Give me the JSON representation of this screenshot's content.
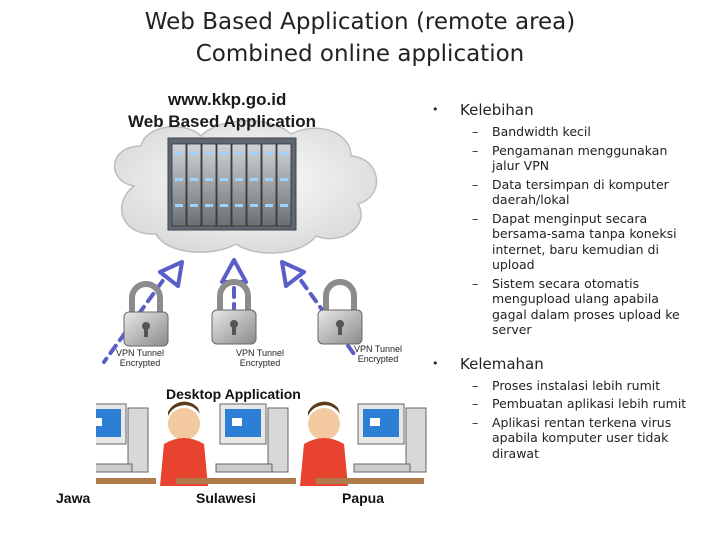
{
  "title": {
    "line1": "Web Based Application (remote area)",
    "line2": "Combined online application"
  },
  "diagram": {
    "url": "www.kkp.go.id",
    "app_title": "Web Based Application",
    "vpn_label_line1": "VPN Tunnel",
    "vpn_label_line2": "Encrypted",
    "desktop_title": "Desktop Application",
    "sites": [
      "Jawa",
      "Sulawesi",
      "Papua"
    ]
  },
  "bullets": {
    "advantages": {
      "heading": "Kelebihan",
      "items": [
        "Bandwidth kecil",
        "Pengamanan menggunakan jalur VPN",
        "Data tersimpan di komputer daerah/lokal",
        "Dapat menginput secara bersama-sama tanpa koneksi internet, baru kemudian di upload",
        "Sistem secara otomatis mengupload ulang apabila gagal dalam proses upload ke server"
      ]
    },
    "disadvantages": {
      "heading": "Kelemahan",
      "items": [
        "Proses instalasi lebih rumit",
        "Pembuatan aplikasi lebih rumit",
        "Aplikasi rentan terkena virus apabila komputer user tidak dirawat"
      ]
    }
  }
}
